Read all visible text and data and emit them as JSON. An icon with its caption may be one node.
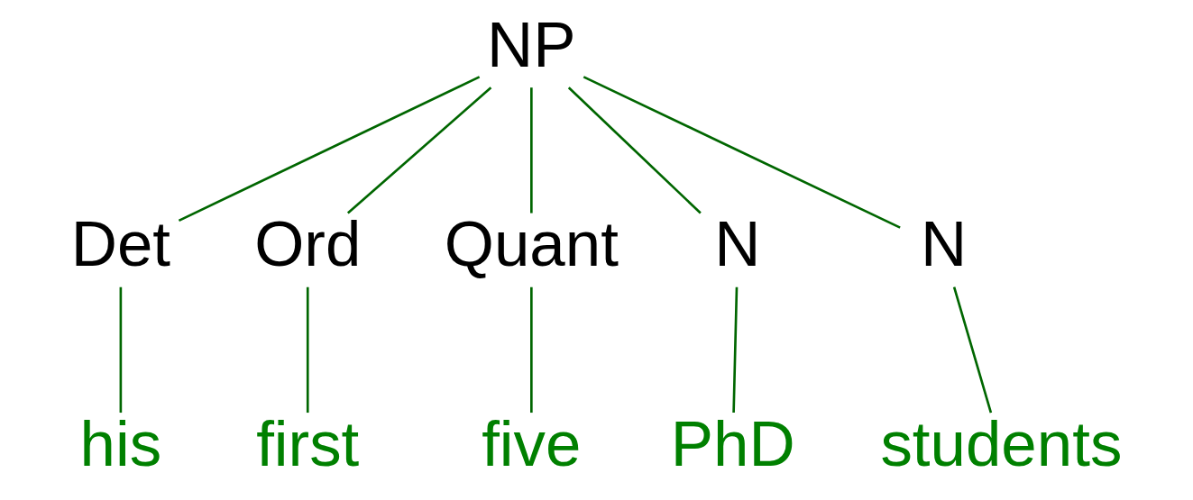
{
  "diagram": {
    "nodes": [
      {
        "text": [
          "NP"
        ]
      },
      {
        "text": [
          "Det"
        ]
      },
      {
        "text": [
          "Ord"
        ]
      },
      {
        "text": [
          "Quant"
        ]
      },
      {
        "text": [
          "N"
        ]
      },
      {
        "text": [
          "N"
        ]
      },
      {
        "text": [
          "his"
        ]
      },
      {
        "text": [
          "first"
        ]
      },
      {
        "text": [
          "five"
        ]
      },
      {
        "text": [
          "PhD"
        ]
      },
      {
        "text": [
          "students"
        ]
      }
    ],
    "edges": [
      {
        "from": 0,
        "to": 1,
        "arrow": "none"
      },
      {
        "from": 0,
        "to": 2,
        "arrow": "none"
      },
      {
        "from": 0,
        "to": 3,
        "arrow": "none"
      },
      {
        "from": 0,
        "to": 4,
        "arrow": "none"
      },
      {
        "from": 0,
        "to": 5,
        "arrow": "none"
      },
      {
        "from": 1,
        "to": 6,
        "arrow": "none"
      },
      {
        "from": 2,
        "to": 7,
        "arrow": "none"
      },
      {
        "from": 3,
        "to": 8,
        "arrow": "none"
      },
      {
        "from": 4,
        "to": 9,
        "arrow": "none"
      },
      {
        "from": 5,
        "to": 10,
        "arrow": "none"
      }
    ]
  }
}
